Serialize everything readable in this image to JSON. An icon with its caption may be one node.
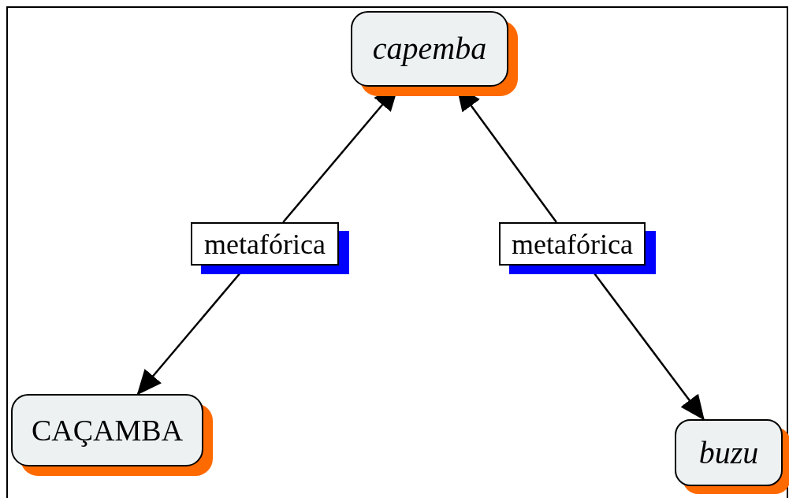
{
  "diagram": {
    "nodes": [
      {
        "text": [
          "capemba"
        ]
      },
      {
        "text": [
          "CAÇAMBA"
        ]
      },
      {
        "text": [
          "buzu"
        ]
      },
      {
        "text": [
          "metafórica"
        ]
      },
      {
        "text": [
          "metafórica"
        ]
      }
    ],
    "edges": [
      {
        "from": 3,
        "to": 0,
        "arrow": "to"
      },
      {
        "from": 3,
        "to": 1,
        "arrow": "to"
      },
      {
        "from": 4,
        "to": 0,
        "arrow": "to"
      },
      {
        "from": 4,
        "to": 2,
        "arrow": "to"
      }
    ]
  }
}
